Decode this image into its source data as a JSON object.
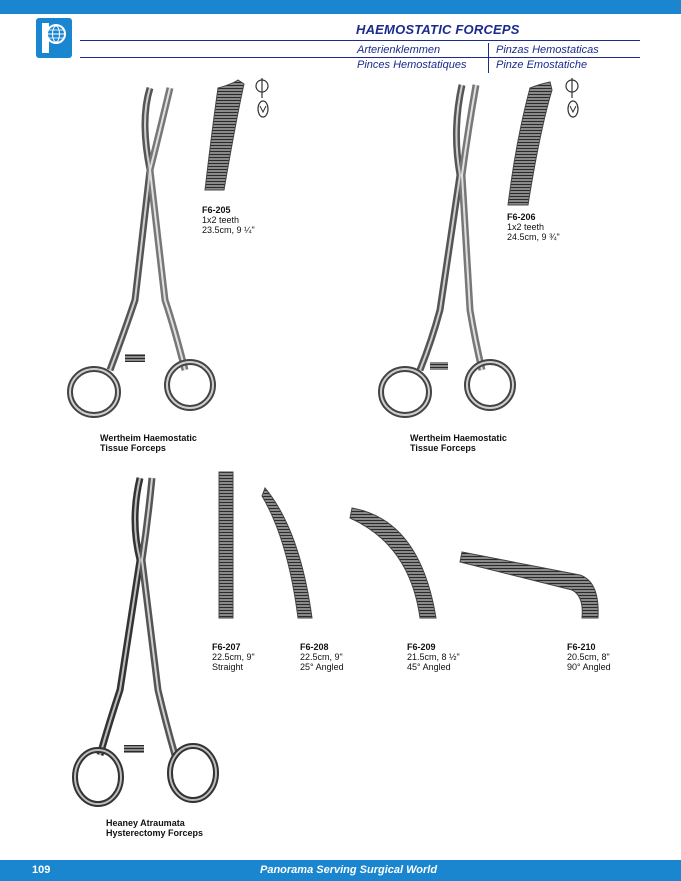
{
  "header": {
    "title": "HAEMOSTATIC FORCEPS",
    "names": {
      "de": "Arterienklemmen",
      "es": "Pinzas Hemostaticas",
      "fr": "Pinces Hemostatiques",
      "it": "Pinze Emostatiche"
    },
    "brand_color": "#1a86d0",
    "title_color": "#1a2b8c"
  },
  "products": [
    {
      "code": "F6-205",
      "line1": "1x2 teeth",
      "line2": "23.5cm, 9 ¼\""
    },
    {
      "code": "F6-206",
      "line1": "1x2 teeth",
      "line2": "24.5cm, 9 ¾\""
    },
    {
      "code": "F6-207",
      "line1": "22.5cm, 9\"",
      "line2": "Straight"
    },
    {
      "code": "F6-208",
      "line1": "22.5cm, 9\"",
      "line2": "25° Angled"
    },
    {
      "code": "F6-209",
      "line1": "21.5cm, 8 ½\"",
      "line2": "45° Angled"
    },
    {
      "code": "F6-210",
      "line1": "20.5cm, 8\"",
      "line2": "90° Angled"
    }
  ],
  "captions": [
    {
      "line1": "Wertheim Haemostatic",
      "line2": "Tissue Forceps"
    },
    {
      "line1": "Wertheim Haemostatic",
      "line2": "Tissue Forceps"
    },
    {
      "line1": "Heaney Atraumata",
      "line2": "Hysterectomy Forceps"
    }
  ],
  "footer": {
    "page_number": "109",
    "slogan": "Panorama Serving Surgical World"
  }
}
